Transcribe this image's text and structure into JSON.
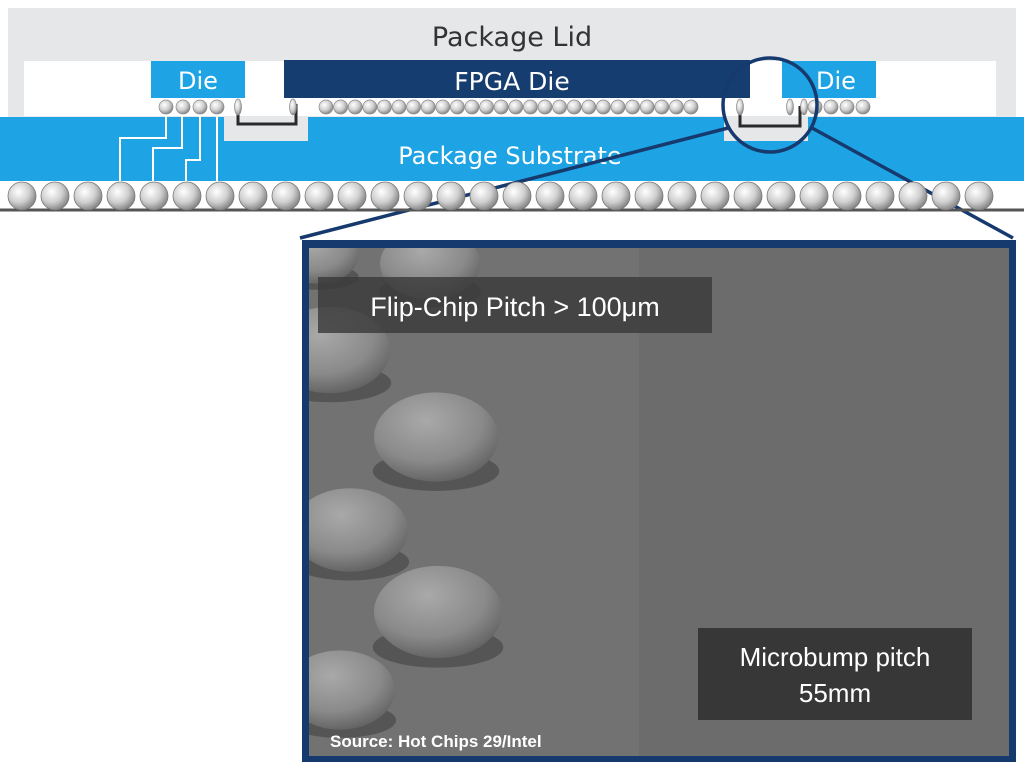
{
  "package": {
    "lid_label": "Package Lid",
    "center_die_label": "FPGA Die",
    "left_die_label": "Die",
    "right_die_label": "Die",
    "substrate_label": "Package Substrate"
  },
  "callout": {
    "flip_chip_label": "Flip-Chip Pitch > 100μm",
    "microbump_line1": "Microbump pitch",
    "microbump_line2": "55mm",
    "source_label": "Source:  Hot Chips 29/Intel"
  },
  "colors": {
    "lid": "#e6e7e9",
    "substrate": "#1ea4e4",
    "fpga_die": "#153d70",
    "side_die": "#1ea4e4",
    "callout_frame": "#163a6e",
    "sem_background": "#6c6c6c"
  }
}
